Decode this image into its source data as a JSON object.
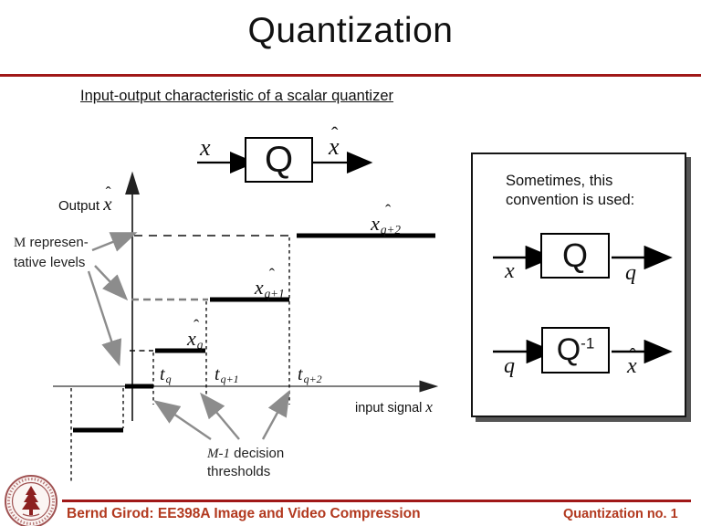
{
  "title": "Quantization",
  "subtitle": "Input-output characteristic of a scalar quantizer",
  "colors": {
    "accent_line": "#a01818",
    "footer_text": "#b2391f",
    "gray_arrow": "#8c8c8c",
    "gray_dash": "#7f7f7f"
  },
  "top_diagram": {
    "input": "x",
    "block": "Q",
    "hat": "ˆ",
    "output_base": "x"
  },
  "plot": {
    "output_label": "Output",
    "hat": "ˆ",
    "output_math_base": "x",
    "input_label": "input signal",
    "input_math": "x",
    "m_levels": {
      "math": "M",
      "rest": " represen-",
      "line2": "tative levels"
    },
    "m_thresholds": {
      "math": "M-1",
      "rest": " decision",
      "line2": "thresholds"
    },
    "level_labels": [
      {
        "base": "x",
        "sub": "q"
      },
      {
        "base": "x",
        "sub": "q+1"
      },
      {
        "base": "x",
        "sub": "q+2"
      }
    ],
    "threshold_labels": [
      {
        "base": "t",
        "sub": "q"
      },
      {
        "base": "t",
        "sub": "q+1"
      },
      {
        "base": "t",
        "sub": "q+2"
      }
    ]
  },
  "side_panel": {
    "caption1": "Sometimes, this",
    "caption2": "convention is used:",
    "d1": {
      "input": "x",
      "block": "Q",
      "output": "q"
    },
    "d2": {
      "input": "q",
      "block": "Q",
      "sup": "-1",
      "hat": "ˆ",
      "output_base": "x"
    }
  },
  "footer": {
    "left": "Bernd Girod: EE398A Image and Video Compression",
    "right": "Quantization no. 1"
  },
  "logo": {
    "name": "stanford-seal"
  }
}
